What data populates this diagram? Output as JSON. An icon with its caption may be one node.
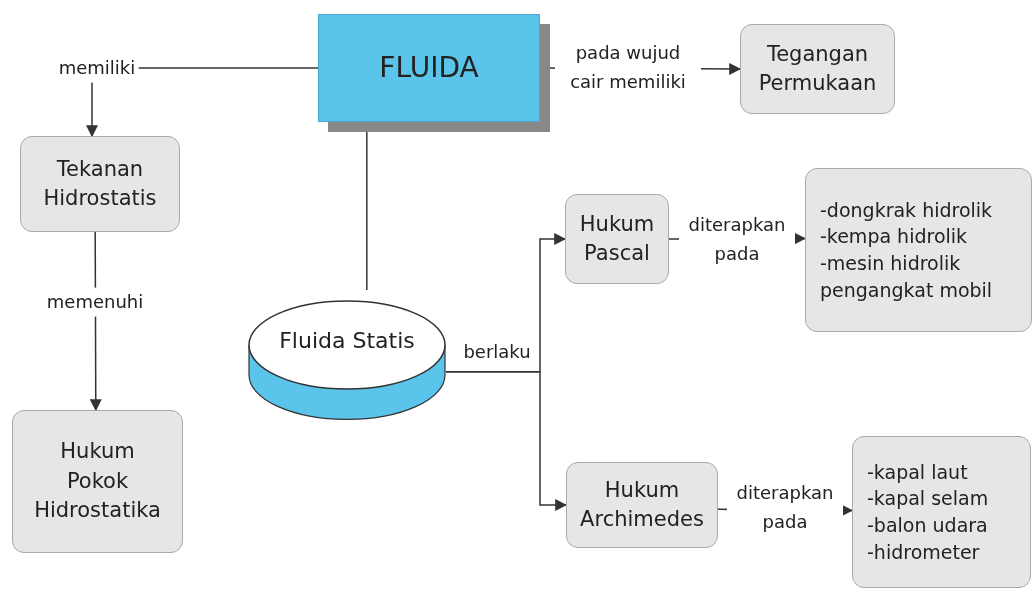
{
  "diagram": {
    "nodes": [
      {
        "text": [
          "FLUIDA"
        ]
      },
      {
        "text": [
          "Tegangan Permukaan"
        ]
      },
      {
        "text": [
          "Tekanan Hidrostatis"
        ]
      },
      {
        "text": [
          "Hukum Pokok Hidrostatika"
        ]
      },
      {
        "text": [
          "Fluida Statis"
        ]
      },
      {
        "text": [
          "Hukum Pascal"
        ]
      },
      {
        "text": [
          "-dongkrak hidrolik",
          "-kempa hidrolik",
          "-mesin hidrolik pengangkat mobil"
        ]
      },
      {
        "text": [
          "Hukum Archimedes"
        ]
      },
      {
        "text": [
          "-kapal laut",
          "-kapal selam",
          "-balon udara",
          "-hidrometer"
        ]
      }
    ],
    "edges": [
      {
        "from": 0,
        "to": 1,
        "arrow": "to",
        "label": "pada wujud cair memiliki"
      },
      {
        "from": 0,
        "to": 2,
        "arrow": "to",
        "label": "memiliki"
      },
      {
        "from": 2,
        "to": 3,
        "arrow": "to",
        "label": "memenuhi"
      },
      {
        "from": 0,
        "to": 4,
        "arrow": "none"
      },
      {
        "from": 4,
        "to": 5,
        "arrow": "to",
        "label": "berlaku"
      },
      {
        "from": 4,
        "to": 7,
        "arrow": "to"
      },
      {
        "from": 5,
        "to": 6,
        "arrow": "to",
        "label": "diterapkan pada"
      },
      {
        "from": 7,
        "to": 8,
        "arrow": "to",
        "label": "diterapkan pada"
      }
    ]
  }
}
